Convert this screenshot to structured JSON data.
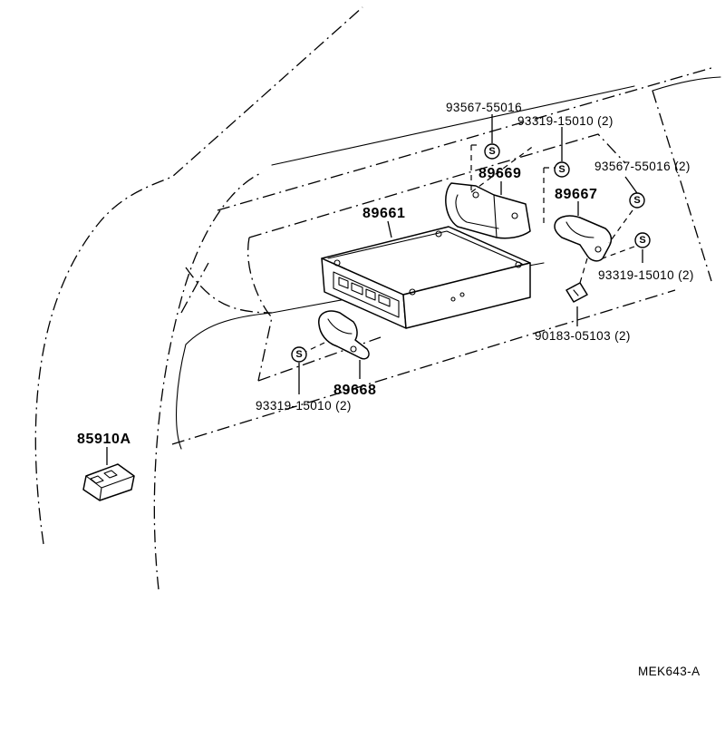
{
  "diagram": {
    "symbol_letter": "S",
    "labels": {
      "ecu": "89661",
      "bracket_upper_left": "89669",
      "bracket_right": "89667",
      "bracket_lower": "89668",
      "relay": "85910A",
      "screw_top": "93567-55016",
      "bolt_top": "93319-15010 (2)",
      "screw_right": "93567-55016 (2)",
      "bolt_right": "93319-15010 (2)",
      "nut_right": "90183-05103 (2)",
      "bolt_lower": "93319-15010 (2)"
    },
    "figure_code": "MEK643-A"
  }
}
